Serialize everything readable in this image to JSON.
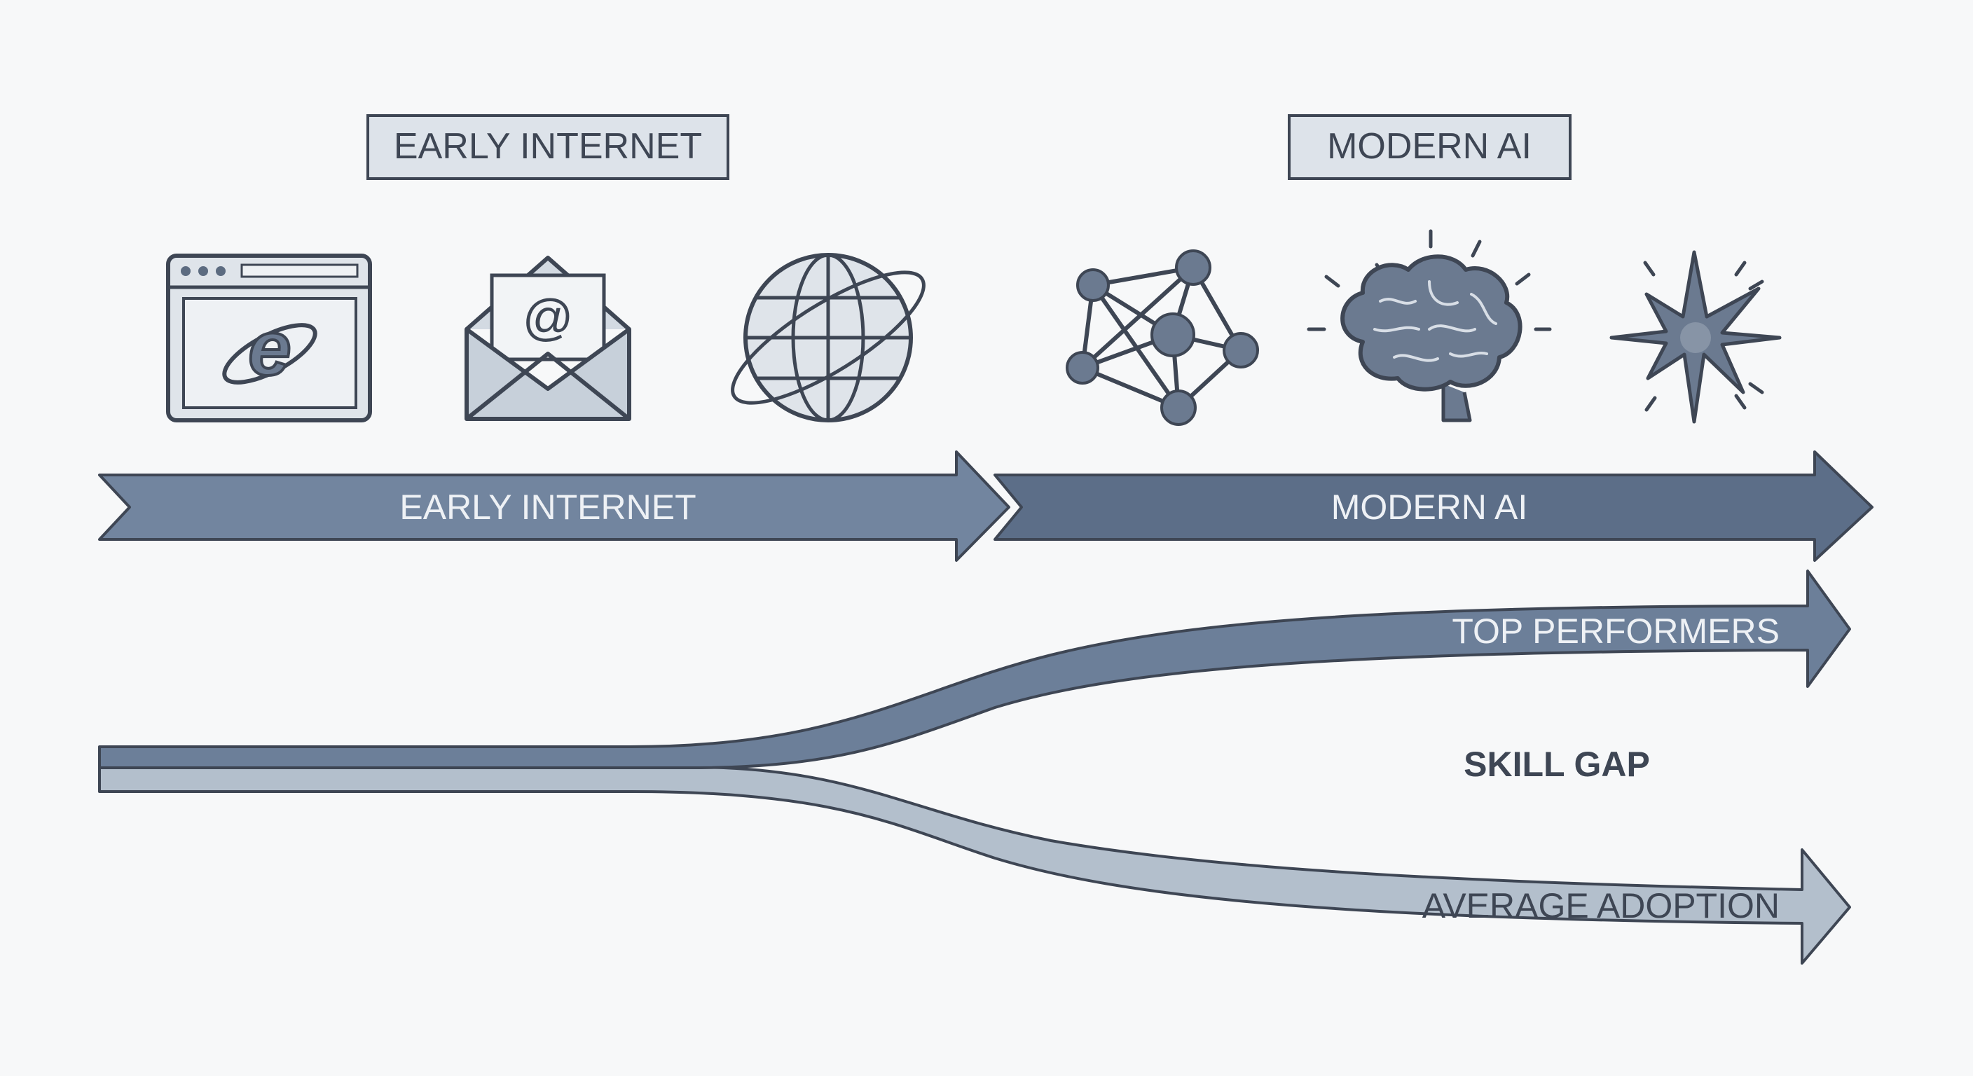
{
  "eras": {
    "early": {
      "header": "EARLY INTERNET",
      "arrow_label": "EARLY INTERNET",
      "icons": [
        "browser-icon",
        "email-icon",
        "globe-icon"
      ]
    },
    "modern": {
      "header": "MODERN AI",
      "arrow_label": "MODERN AI",
      "icons": [
        "neural-network-icon",
        "brain-icon",
        "spark-icon"
      ]
    }
  },
  "icon_glyphs": {
    "browser_logo": "e",
    "email_symbol": "@"
  },
  "paths": {
    "top": "TOP PERFORMERS",
    "gap": "SKILL GAP",
    "average": "AVERAGE ADOPTION"
  },
  "colors": {
    "background": "#f7f8f9",
    "stroke": "#3e4654",
    "early_arrow": "#72859f",
    "modern_arrow": "#5c6e88",
    "top_band": "#6c7f99",
    "average_band": "#b3bfcc",
    "box_fill": "#dde3ea",
    "icon_fill": "#e6eaef",
    "icon_dark": "#6b7a90"
  }
}
